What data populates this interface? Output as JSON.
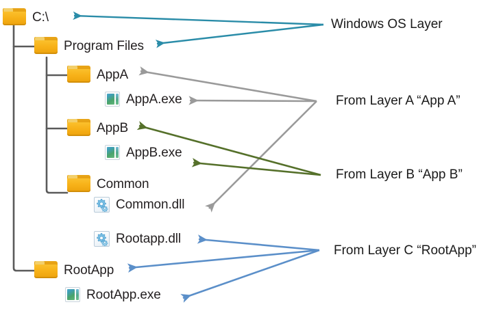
{
  "diagram": {
    "title": "Windows file system layering diagram",
    "background": "#ffffff"
  },
  "colors": {
    "folder_top": "#fbc02c",
    "folder_bottom": "#eda20c",
    "tree_line": "#5a5a5a",
    "arrow_teal": "#2a8ca8",
    "arrow_gray": "#9a9a9a",
    "arrow_green": "#55702a",
    "arrow_blue": "#5b8fc9",
    "text": "#231f20"
  },
  "tree": {
    "nodes": [
      {
        "id": "root",
        "label": "C:\\",
        "icon": "folder-icon",
        "depth": 0
      },
      {
        "id": "programfiles",
        "label": "Program Files",
        "icon": "folder-icon",
        "depth": 1
      },
      {
        "id": "appa",
        "label": "AppA",
        "icon": "folder-icon",
        "depth": 2
      },
      {
        "id": "appaexe",
        "label": "AppA.exe",
        "icon": "exe-icon",
        "depth": 3
      },
      {
        "id": "appb",
        "label": "AppB",
        "icon": "folder-icon",
        "depth": 2
      },
      {
        "id": "appbexe",
        "label": "AppB.exe",
        "icon": "exe-icon",
        "depth": 3
      },
      {
        "id": "common",
        "label": "Common",
        "icon": "folder-icon",
        "depth": 2
      },
      {
        "id": "commondll",
        "label": "Common.dll",
        "icon": "dll-icon",
        "depth": 3
      },
      {
        "id": "rootappdll",
        "label": "Rootapp.dll",
        "icon": "dll-icon",
        "depth": 3
      },
      {
        "id": "rootapp",
        "label": "RootApp",
        "icon": "folder-icon",
        "depth": 1
      },
      {
        "id": "rootappexe",
        "label": "RootApp.exe",
        "icon": "exe-icon",
        "depth": 2
      }
    ]
  },
  "legend": {
    "items": [
      {
        "id": "windows-os-layer",
        "label": "Windows OS Layer",
        "color": "#2a8ca8",
        "targets": [
          "C:\\",
          "Program Files"
        ]
      },
      {
        "id": "layer-a",
        "label": "From Layer A “App A”",
        "color": "#9a9a9a",
        "targets": [
          "AppA",
          "AppA.exe",
          "Common.dll"
        ]
      },
      {
        "id": "layer-b",
        "label": "From Layer B “App B”",
        "color": "#55702a",
        "targets": [
          "AppB",
          "AppB.exe"
        ]
      },
      {
        "id": "layer-c",
        "label": "From Layer C “RootApp”",
        "color": "#5b8fc9",
        "targets": [
          "Rootapp.dll",
          "RootApp",
          "RootApp.exe"
        ]
      }
    ]
  }
}
